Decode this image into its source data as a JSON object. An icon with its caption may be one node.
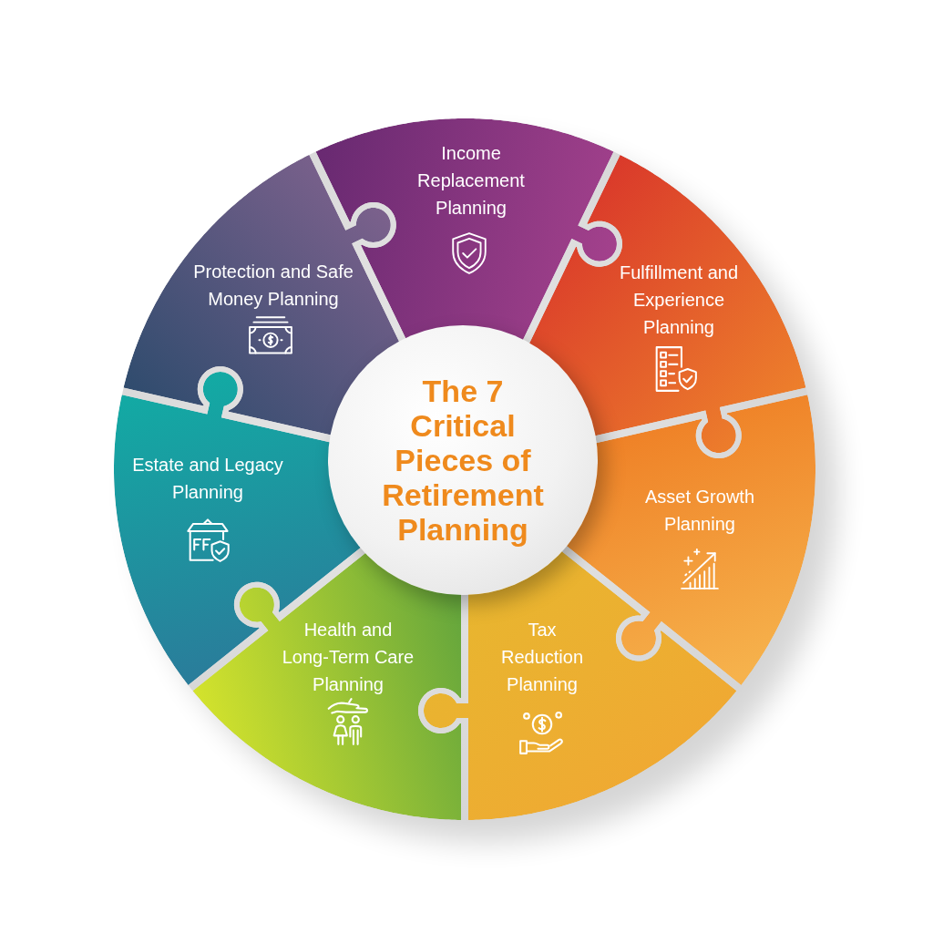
{
  "diagram": {
    "nodes": [
      {
        "text": [
          "The 7 Critical Pieces of Retirement Planning"
        ]
      },
      {
        "text": [
          "Income Replacement Planning"
        ]
      },
      {
        "text": [
          "Fulfillment and Experience Planning"
        ]
      },
      {
        "text": [
          "Asset Growth Planning"
        ]
      },
      {
        "text": [
          "Tax Reduction Planning"
        ]
      },
      {
        "text": [
          "Health and Long-Term Care Planning"
        ]
      },
      {
        "text": [
          "Estate and Legacy Planning"
        ]
      },
      {
        "text": [
          "Protection and Safe Money Planning"
        ]
      }
    ]
  }
}
